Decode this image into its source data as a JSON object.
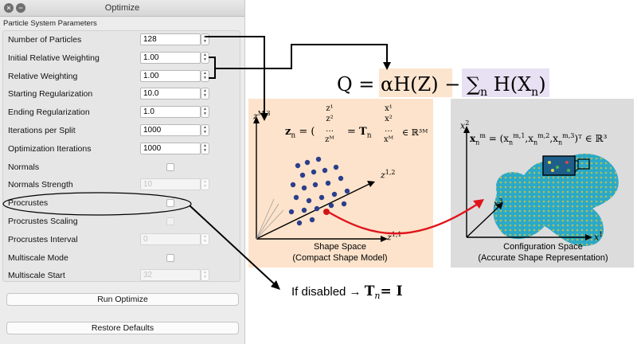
{
  "window": {
    "title": "Optimize",
    "close_glyph": "×",
    "min_glyph": "−"
  },
  "panel": {
    "section_title": "Particle System Parameters",
    "rows": [
      {
        "label": "Number of Particles",
        "kind": "spin",
        "value": "128",
        "enabled": true
      },
      {
        "label": "Initial Relative Weighting",
        "kind": "spin",
        "value": "1.00",
        "enabled": true
      },
      {
        "label": "Relative Weighting",
        "kind": "spin",
        "value": "1.00",
        "enabled": true
      },
      {
        "label": "Starting Regularization",
        "kind": "spin",
        "value": "10.0",
        "enabled": true
      },
      {
        "label": "Ending Regularization",
        "kind": "spin",
        "value": "1.0",
        "enabled": true
      },
      {
        "label": "Iterations per Split",
        "kind": "spin",
        "value": "1000",
        "enabled": true
      },
      {
        "label": "Optimization Iterations",
        "kind": "spin",
        "value": "1000",
        "enabled": true
      },
      {
        "label": "Normals",
        "kind": "check",
        "checked": false,
        "enabled": true
      },
      {
        "label": "Normals Strength",
        "kind": "spin",
        "value": "10",
        "enabled": false
      },
      {
        "label": "Procrustes",
        "kind": "check",
        "checked": false,
        "enabled": true
      },
      {
        "label": "Procrustes Scaling",
        "kind": "check",
        "checked": false,
        "enabled": false
      },
      {
        "label": "Procrustes Interval",
        "kind": "spin",
        "value": "0",
        "enabled": false
      },
      {
        "label": "Multiscale Mode",
        "kind": "check",
        "checked": false,
        "enabled": true
      },
      {
        "label": "Multiscale Start",
        "kind": "spin",
        "value": "32",
        "enabled": false
      }
    ],
    "run_button": "Run Optimize",
    "restore_button": "Restore Defaults"
  },
  "annotation": {
    "formula_lhs": "Q = ",
    "formula_term1": "αH(Z)",
    "formula_minus": " − ",
    "formula_term2": "∑",
    "formula_term2_sub": "n",
    "formula_term2_rest": " H(X",
    "formula_term2_sub2": "n",
    "formula_term2_close": ")",
    "shape_space_title": "Shape Space",
    "shape_space_sub": "(Compact Shape Model)",
    "config_space_title": "Configuration Space",
    "config_space_sub": "(Accurate Shape Representation)",
    "zn_eq": "z",
    "zn_sub": "n",
    "zn_rhs_prefix": " = (",
    "zn_vector": [
      "z¹",
      "z²",
      "…",
      "zᴹ"
    ],
    "tn_label": "T",
    "xn_vector": [
      "x¹",
      "x²",
      "…",
      "xᴹ"
    ],
    "in_r3m": "∈ ℝ³ᴹ",
    "xm_eq": "x",
    "xm_rhs": " = (x",
    "xm_tail": ")ᵀ ∈ ℝ³",
    "axis_zM3": "z",
    "axis_zM3_sup": "M,3",
    "axis_z12": "z",
    "axis_z12_sup": "1,2",
    "axis_z11": "z",
    "axis_z11_sup": "1,1",
    "axis_x1": "x",
    "axis_x1_sup": "1",
    "axis_x2": "x",
    "axis_x2_sup": "2",
    "axis_x3": "x",
    "axis_x3_sup": "3",
    "note_prefix": "If disabled →  ",
    "note_T": "T",
    "note_sub": "n",
    "note_eq": "= I"
  }
}
